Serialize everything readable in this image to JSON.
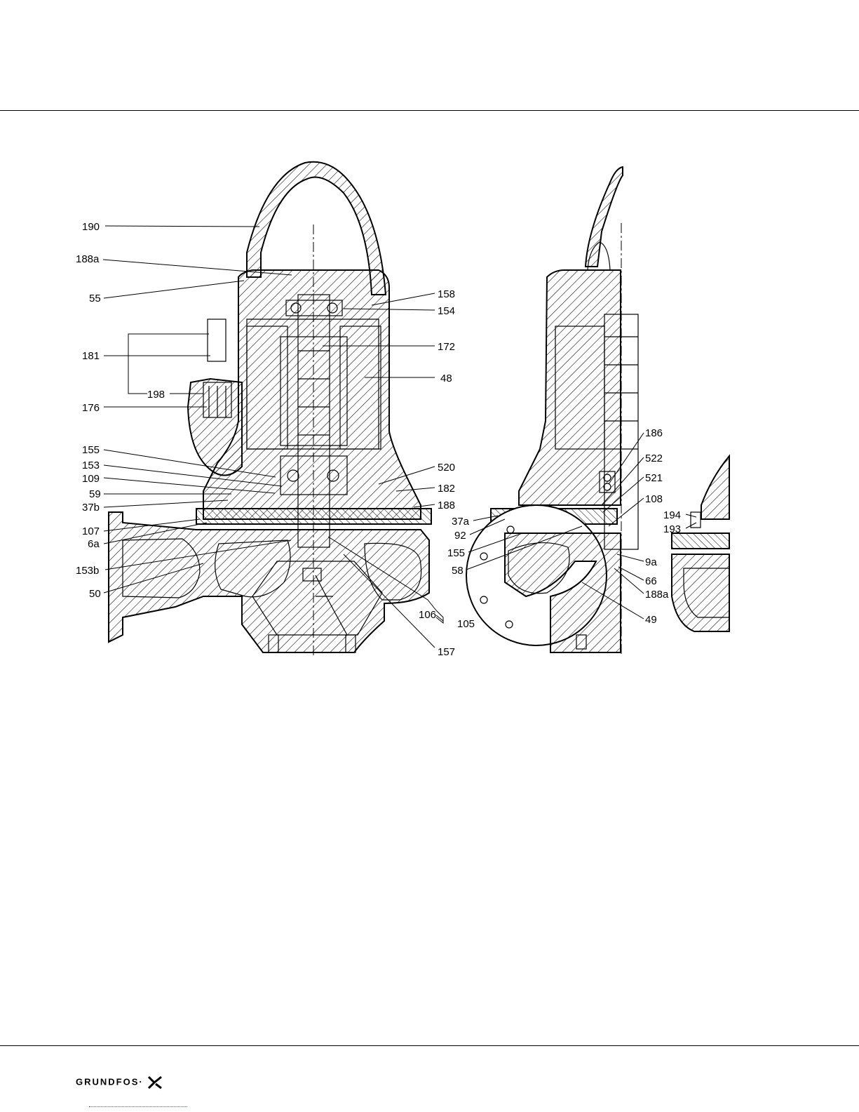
{
  "brand": {
    "logo_text": "GRUNDFOS",
    "logo_mark": "·"
  },
  "colors": {
    "line": "#000000",
    "hatch": "#000000",
    "background": "#ffffff",
    "footer_link": "#4a5fc1"
  },
  "labels": [
    {
      "id": "l190",
      "text": "190"
    },
    {
      "id": "l188a",
      "text": "188a"
    },
    {
      "id": "l55",
      "text": "55"
    },
    {
      "id": "l181",
      "text": "181"
    },
    {
      "id": "l198",
      "text": "198"
    },
    {
      "id": "l176",
      "text": "176"
    },
    {
      "id": "l155",
      "text": "155"
    },
    {
      "id": "l153",
      "text": "153"
    },
    {
      "id": "l109",
      "text": "109"
    },
    {
      "id": "l59",
      "text": "59"
    },
    {
      "id": "l37b",
      "text": "37b"
    },
    {
      "id": "l107",
      "text": "107"
    },
    {
      "id": "l6a",
      "text": "6a"
    },
    {
      "id": "l153b",
      "text": "153b"
    },
    {
      "id": "l50",
      "text": "50"
    },
    {
      "id": "l158",
      "text": "158"
    },
    {
      "id": "l154",
      "text": "154"
    },
    {
      "id": "l172",
      "text": "172"
    },
    {
      "id": "l48",
      "text": "48"
    },
    {
      "id": "l520",
      "text": "520"
    },
    {
      "id": "l182",
      "text": "182"
    },
    {
      "id": "l188",
      "text": "188"
    },
    {
      "id": "l106",
      "text": "106"
    },
    {
      "id": "l105",
      "text": "105"
    },
    {
      "id": "l157",
      "text": "157"
    },
    {
      "id": "l37a",
      "text": "37a"
    },
    {
      "id": "l92",
      "text": "92"
    },
    {
      "id": "l155b",
      "text": "155"
    },
    {
      "id": "l58",
      "text": "58"
    },
    {
      "id": "l186",
      "text": "186"
    },
    {
      "id": "l522",
      "text": "522"
    },
    {
      "id": "l521",
      "text": "521"
    },
    {
      "id": "l108",
      "text": "108"
    },
    {
      "id": "l9a",
      "text": "9a"
    },
    {
      "id": "l66",
      "text": "66"
    },
    {
      "id": "l188a2",
      "text": "188a"
    },
    {
      "id": "l49",
      "text": "49"
    },
    {
      "id": "l194",
      "text": "194"
    },
    {
      "id": "l193",
      "text": "193"
    }
  ]
}
